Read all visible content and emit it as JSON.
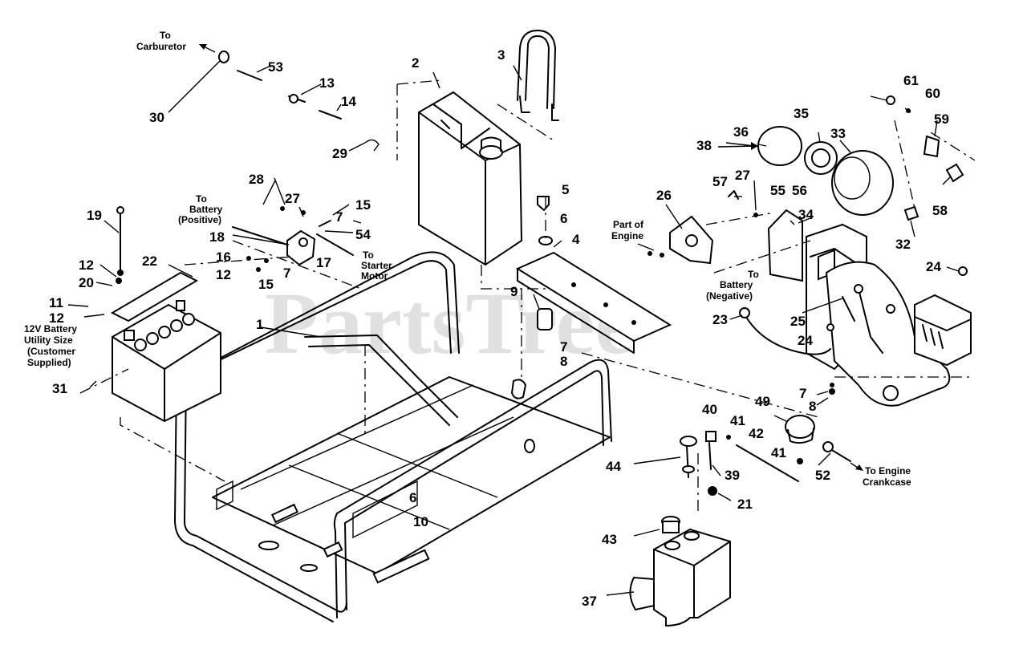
{
  "watermark": "PartsTree",
  "part_numbers": {
    "p1": "1",
    "p2": "2",
    "p3": "3",
    "p4": "4",
    "p5": "5",
    "p6a": "6",
    "p6b": "6",
    "p7a": "7",
    "p7b": "7",
    "p7c": "7",
    "p7d": "7",
    "p8a": "8",
    "p8b": "8",
    "p9": "9",
    "p10": "10",
    "p11": "11",
    "p12a": "12",
    "p12b": "12",
    "p12c": "12",
    "p13": "13",
    "p14": "14",
    "p15a": "15",
    "p15b": "15",
    "p16": "16",
    "p17": "17",
    "p18": "18",
    "p19": "19",
    "p20": "20",
    "p21": "21",
    "p22": "22",
    "p23": "23",
    "p24a": "24",
    "p24b": "24",
    "p25": "25",
    "p26": "26",
    "p27a": "27",
    "p27b": "27",
    "p28": "28",
    "p29": "29",
    "p30": "30",
    "p31": "31",
    "p32": "32",
    "p33": "33",
    "p34": "34",
    "p35": "35",
    "p36": "36",
    "p37": "37",
    "p38": "38",
    "p39": "39",
    "p40": "40",
    "p41a": "41",
    "p41b": "41",
    "p42": "42",
    "p43": "43",
    "p44": "44",
    "p49": "49",
    "p52": "52",
    "p53": "53",
    "p54": "54",
    "p55": "55",
    "p56": "56",
    "p57": "57",
    "p58": "58",
    "p59": "59",
    "p60": "60",
    "p61": "61"
  },
  "notes": {
    "carb_1": "To",
    "carb_2": "Carburetor",
    "batpos_1": "To",
    "batpos_2": "Battery",
    "batpos_3": "(Positive)",
    "starter_1": "To",
    "starter_2": "Starter",
    "starter_3": "Motor",
    "batneg_1": "To",
    "batneg_2": "Battery",
    "batneg_3": "(Negative)",
    "engine_1": "Part of",
    "engine_2": "Engine",
    "battery_1": "12V Battery",
    "battery_2": "Utility Size",
    "battery_3": "(Customer",
    "battery_4": "Supplied)",
    "crank_1": "To Engine",
    "crank_2": "Crankcase"
  }
}
